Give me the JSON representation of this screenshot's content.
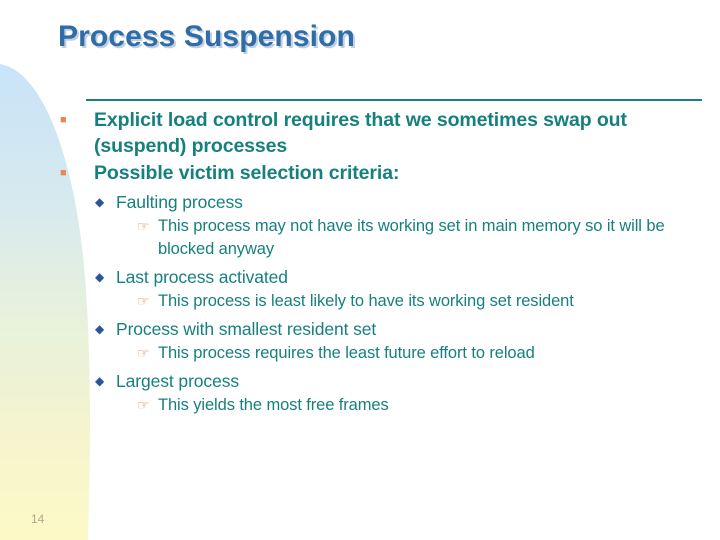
{
  "slide": {
    "title": "Process Suspension",
    "page_number": "14",
    "colors": {
      "title": "#2f6ca8",
      "body_text": "#16807f",
      "divider": "#1d7f80",
      "bullet_level1": "#e8885a",
      "bullet_level2": "#2a5699",
      "bullet_level3": "#d98b60",
      "page_number": "#b5a98e",
      "band_top": "#cfe7f7",
      "band_mid": "#e4f0dd",
      "band_bottom": "#fcf8c8",
      "background": "#ffffff"
    },
    "markers": {
      "level1": "■",
      "level2": "◆",
      "level3": "☞"
    },
    "marker_names": {
      "level1": "square-bullet-icon",
      "level2": "diamond-bullet-icon",
      "level3": "pointing-hand-bullet-icon"
    }
  },
  "bullets": [
    {
      "level": 1,
      "text": "Explicit load control requires that we sometimes swap out (suspend) processes"
    },
    {
      "level": 1,
      "text": "Possible victim selection criteria:"
    },
    {
      "level": 2,
      "text": "Faulting process"
    },
    {
      "level": 3,
      "text": "This process may not have its working set in main memory so it will be blocked anyway"
    },
    {
      "level": 2,
      "text": "Last process activated"
    },
    {
      "level": 3,
      "text": "This process is least likely to have its working set resident"
    },
    {
      "level": 2,
      "text": "Process with smallest resident set"
    },
    {
      "level": 3,
      "text": "This process requires the least future effort to reload"
    },
    {
      "level": 2,
      "text": "Largest process"
    },
    {
      "level": 3,
      "text": "This yields the most free frames"
    }
  ]
}
